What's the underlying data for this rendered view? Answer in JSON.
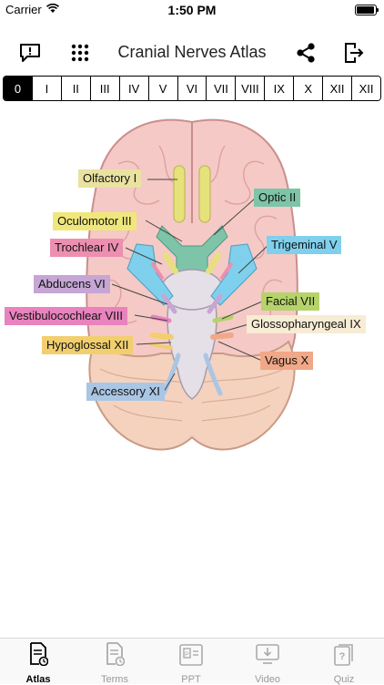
{
  "status": {
    "carrier": "Carrier",
    "time": "1:50 PM"
  },
  "header": {
    "title": "Cranial Nerves Atlas",
    "icons": [
      "feedback-icon",
      "grid-menu-icon",
      "share-icon",
      "exit-icon"
    ]
  },
  "numerals": {
    "items": [
      "0",
      "I",
      "II",
      "III",
      "IV",
      "V",
      "VI",
      "VII",
      "VIII",
      "IX",
      "X",
      "XII",
      "XII"
    ],
    "selected": "0"
  },
  "figure": {
    "labels": {
      "olfactory": "Olfactory I",
      "optic": "Optic II",
      "oculomotor": "Oculomotor III",
      "trochlear": "Trochlear IV",
      "trigeminal": "Trigeminal V",
      "abducens": "Abducens VI",
      "facial": "Facial VII",
      "vestibulocochlear": "Vestibulocochlear VIII",
      "glossopharyngeal": "Glossopharyngeal IX",
      "hypoglossal": "Hypoglossal XII",
      "vagus": "Vagus X",
      "accessory": "Accessory XI"
    },
    "colors": {
      "olfactory": "#e9e2a0",
      "optic": "#7ec4a8",
      "oculomotor": "#efe77c",
      "trochlear": "#ec8fb0",
      "trigeminal": "#7fd0ec",
      "abducens": "#c5a6d4",
      "facial": "#b5d36a",
      "vestibulocochlear": "#e883bd",
      "glossopharyngeal": "#f7ecd4",
      "hypoglossal": "#f2cf6e",
      "vagus": "#f0a888",
      "accessory": "#a9c6e4"
    }
  },
  "tabs": {
    "items": [
      {
        "label": "Atlas",
        "icon": "atlas-document-icon",
        "active": true
      },
      {
        "label": "Terms",
        "icon": "terms-document-icon",
        "active": false
      },
      {
        "label": "PPT",
        "icon": "ppt-icon",
        "active": false
      },
      {
        "label": "Video",
        "icon": "video-download-icon",
        "active": false
      },
      {
        "label": "Quiz",
        "icon": "quiz-icon",
        "active": false
      }
    ]
  }
}
